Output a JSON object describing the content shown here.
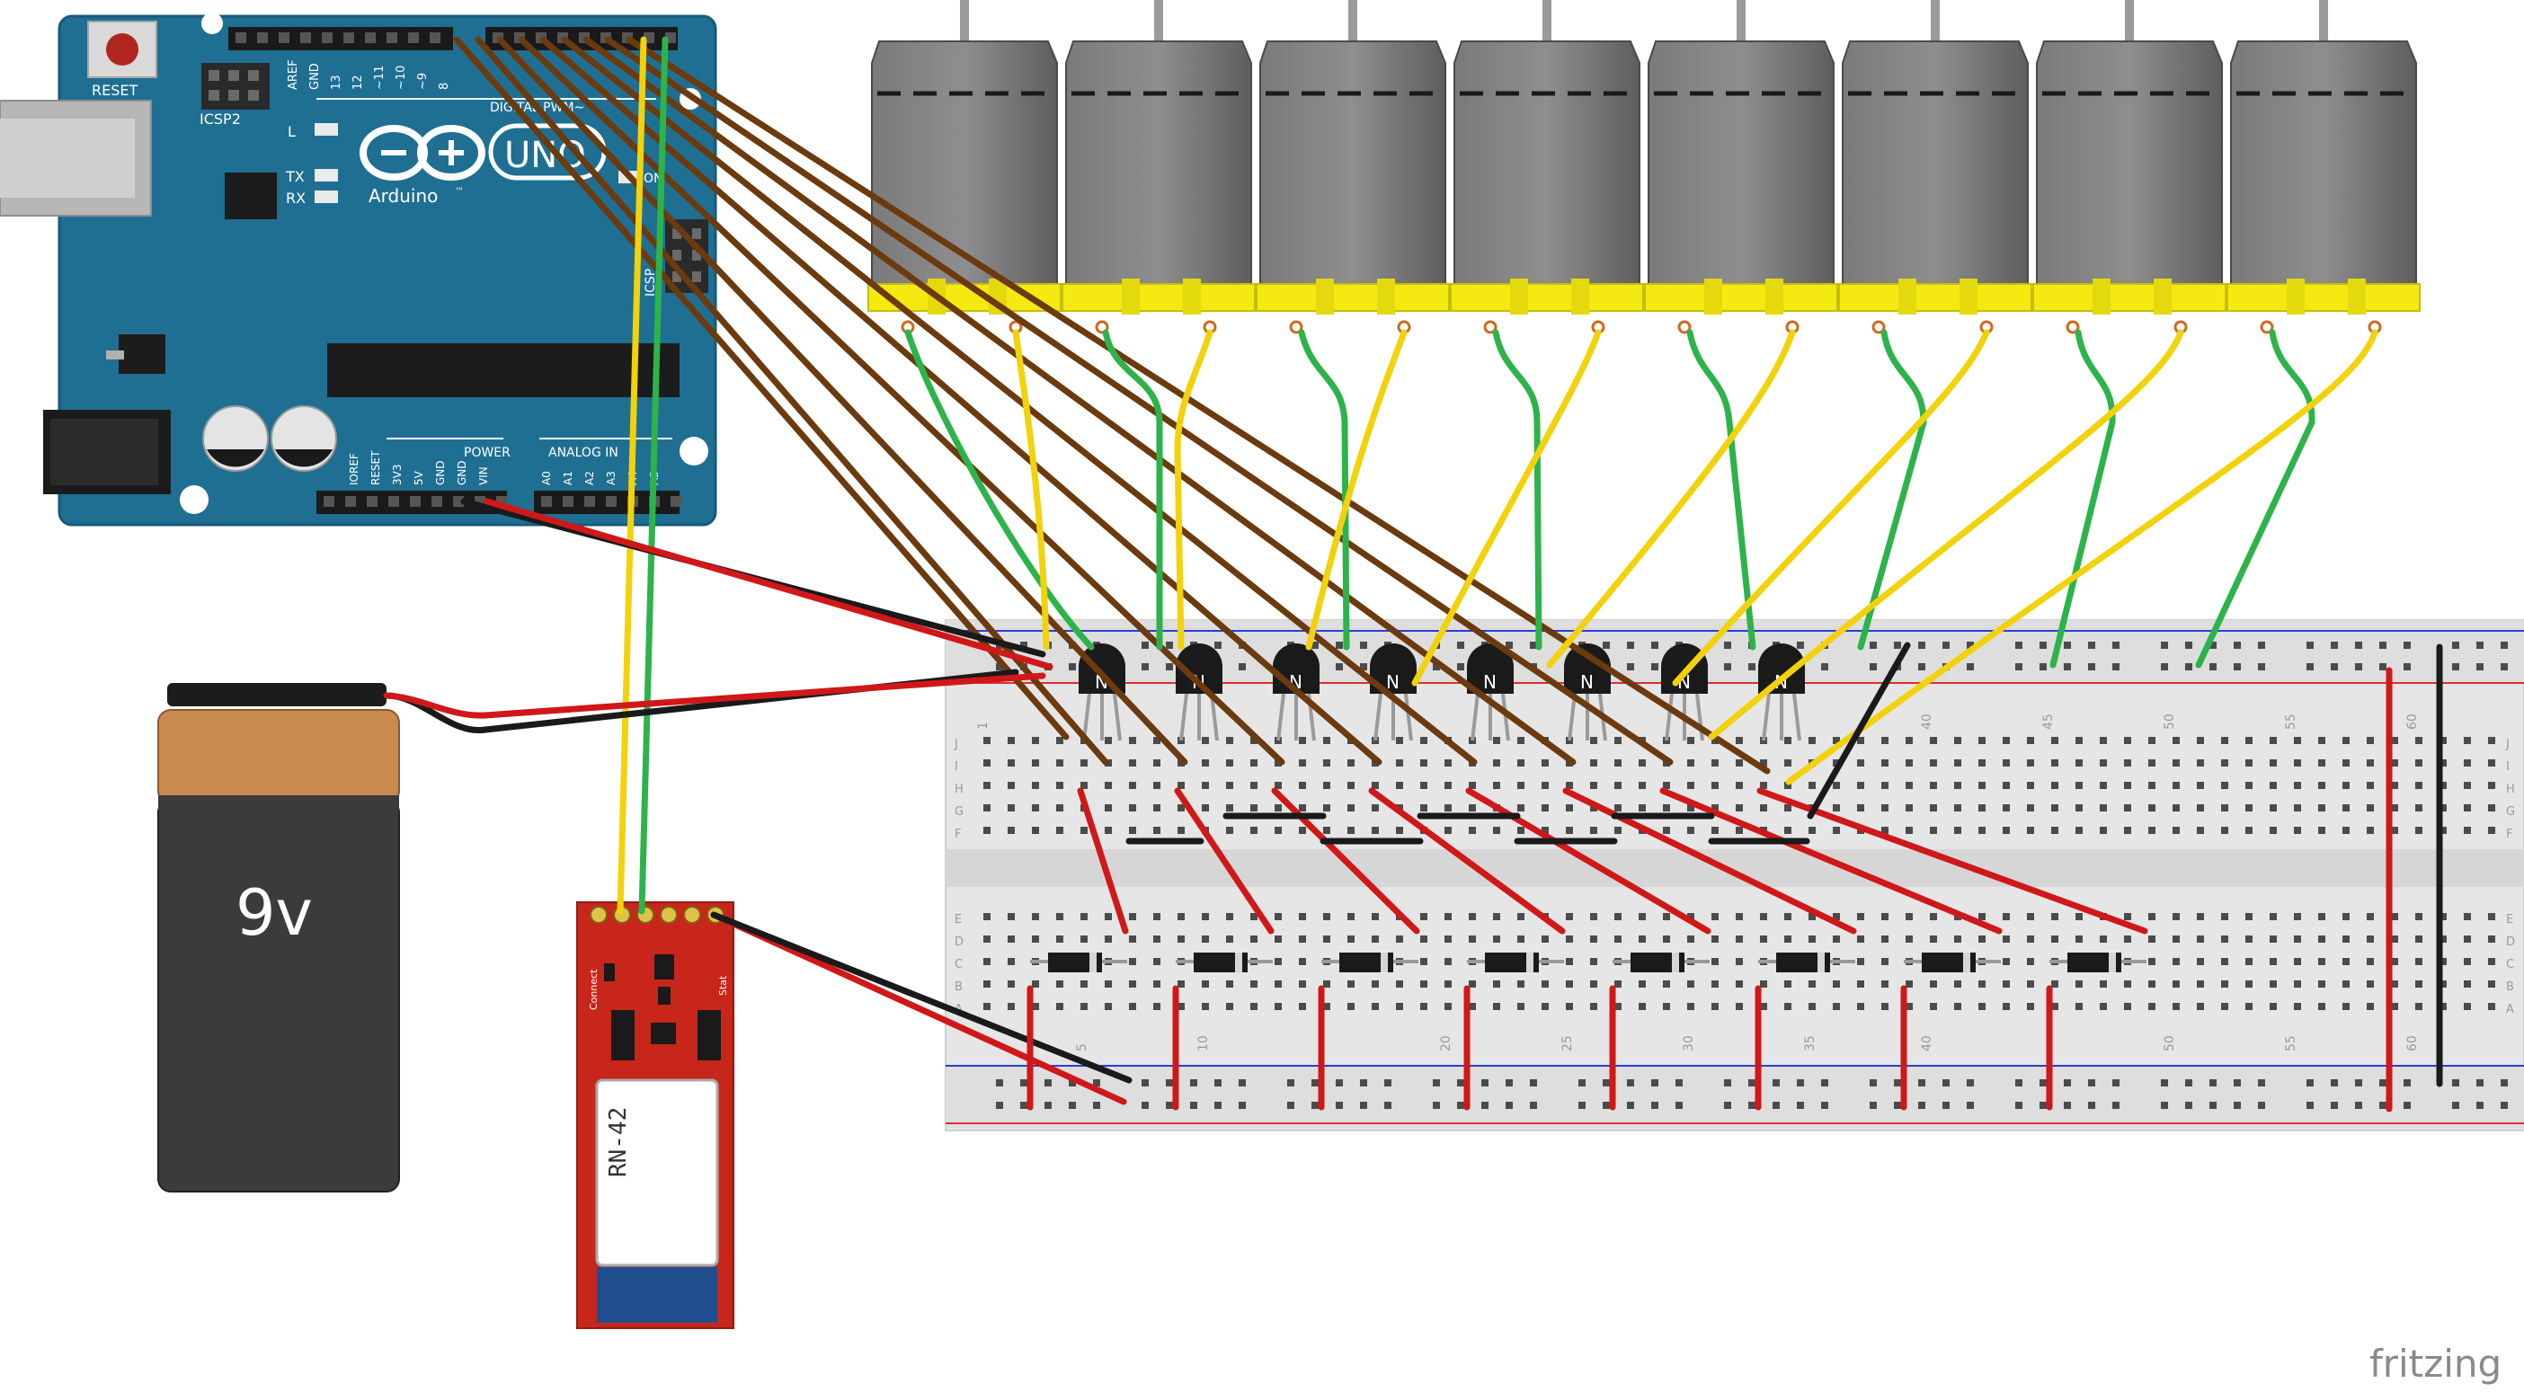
{
  "arduino": {
    "reset_label": "RESET",
    "icsp2_label": "ICSP2",
    "icsp_label": "ICSP",
    "brand": "Arduino",
    "trademark": "™",
    "model": "UNO",
    "digital_label": "DIGITAL PWM~",
    "power_label": "POWER",
    "analog_label": "ANALOG IN",
    "led_l": "L",
    "led_tx": "TX",
    "led_rx": "RX",
    "on_label": "ON",
    "top_pins": [
      "AREF",
      "GND",
      "13",
      "12",
      "~11",
      "~10",
      "~9",
      "8"
    ],
    "power_pins": [
      "IOREF",
      "RESET",
      "3V3",
      "5V",
      "GND",
      "GND",
      "VIN"
    ],
    "analog_pins": [
      "A0",
      "A1",
      "A2",
      "A3",
      "A4",
      "A5"
    ]
  },
  "battery": {
    "label": "9v"
  },
  "bluetooth": {
    "module_label": "RN-42",
    "connect_label": "Connect",
    "stat_label": "Stat"
  },
  "breadboard": {
    "row_letters_top": [
      "J",
      "I",
      "H",
      "G",
      "F"
    ],
    "row_letters_bottom": [
      "E",
      "D",
      "C",
      "B",
      "A"
    ],
    "column_numbers_top": [
      "1",
      "40",
      "45",
      "50",
      "55",
      "60"
    ],
    "column_numbers_bottom": [
      "5",
      "10",
      "20",
      "25",
      "30",
      "35",
      "40",
      "50",
      "55",
      "60"
    ]
  },
  "transistor": {
    "marking": "N",
    "count": 8
  },
  "motors": {
    "count": 8
  },
  "diodes": {
    "count": 8
  },
  "watermark": "fritzing",
  "colors": {
    "board_blue": "#1f6f93",
    "breadboard_body": "#e9e9e9",
    "wire_brown": "#6b3a0e",
    "wire_red": "#d01818",
    "wire_green": "#2db34a",
    "wire_yellow": "#f2d20a",
    "wire_black": "#1a1a1a",
    "motor_gray": "#6c6c6c",
    "motor_mount_yellow": "#f4ea12",
    "battery_copper": "#c98a4e",
    "battery_body": "#3b3b3b",
    "rn42_red": "#c8261b"
  }
}
